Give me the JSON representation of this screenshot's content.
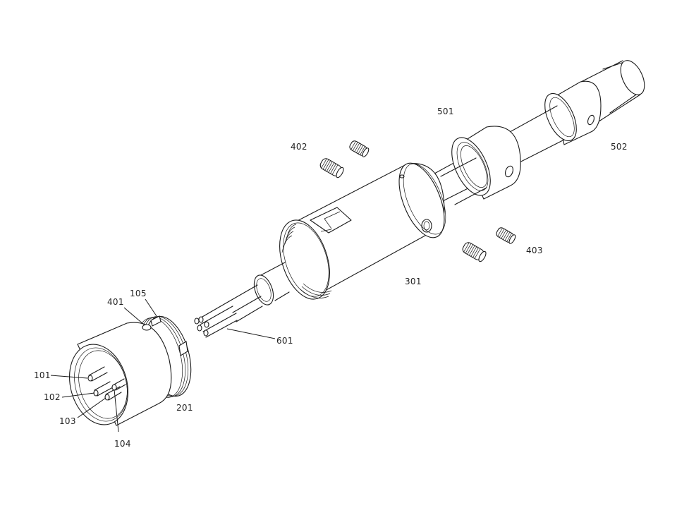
{
  "figure": {
    "type": "exploded-view patent drawing",
    "subject": "multi-pin connector assembly",
    "colors": {
      "line": "#1a1a1a",
      "background": "#ffffff",
      "label": "#222222"
    }
  },
  "labels": {
    "l101": "101",
    "l102": "102",
    "l103": "103",
    "l104": "104",
    "l105": "105",
    "l201": "201",
    "l301": "301",
    "l401": "401",
    "l402": "402",
    "l403": "403",
    "l501": "501",
    "l502": "502",
    "l601": "601"
  }
}
